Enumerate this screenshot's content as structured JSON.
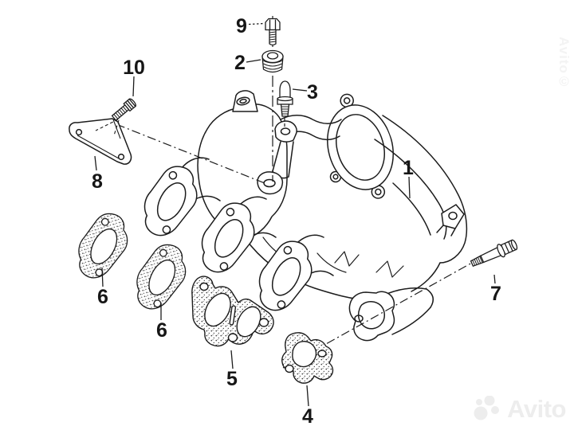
{
  "page": {
    "background": "#ffffff",
    "line_color": "#1c1c1c"
  },
  "callouts": {
    "c1": "1",
    "c2": "2",
    "c3": "3",
    "c4": "4",
    "c5": "5",
    "c6a": "6",
    "c6b": "6",
    "c7": "7",
    "c8": "8",
    "c9": "9",
    "c10": "10"
  },
  "watermarks": {
    "top_right": {
      "brand": "Avito",
      "symbol": "©",
      "color": "#f3f3f3"
    },
    "bottom_right": {
      "brand": "Avito",
      "color": "#ededed"
    }
  }
}
